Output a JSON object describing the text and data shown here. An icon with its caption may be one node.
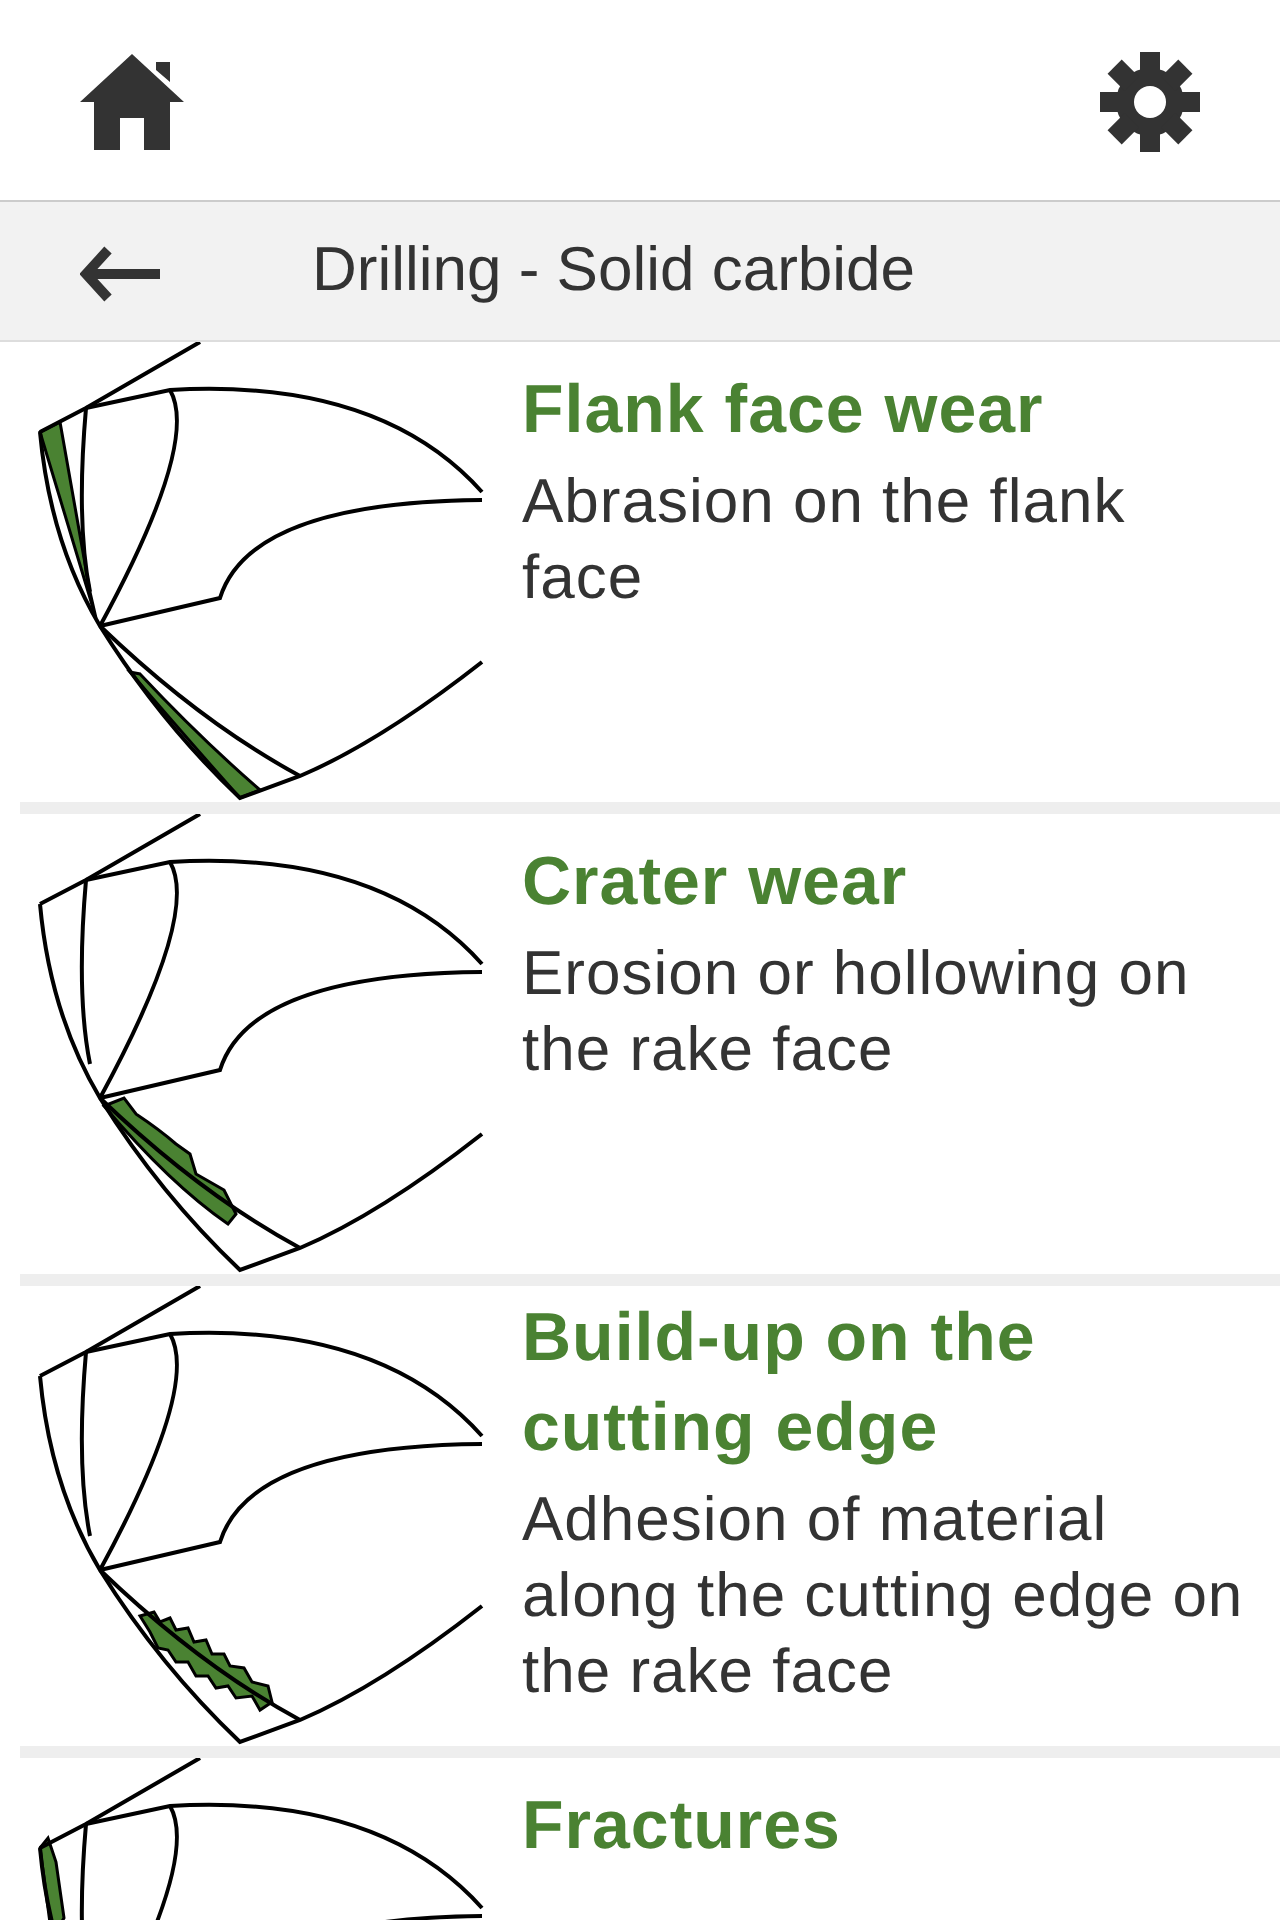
{
  "diagram": {
    "title": "Drilling - Solid carbide",
    "nodes": [
      {
        "text": [
          "Flank face wear",
          "Abrasion on the flank face"
        ]
      },
      {
        "text": [
          "Crater wear",
          "Erosion or hollowing on the rake face"
        ]
      },
      {
        "text": [
          "Build-up on the cutting edge",
          "Adhesion of material along the cutting edge on the rake face"
        ]
      },
      {
        "text": [
          "Fractures"
        ]
      }
    ]
  }
}
